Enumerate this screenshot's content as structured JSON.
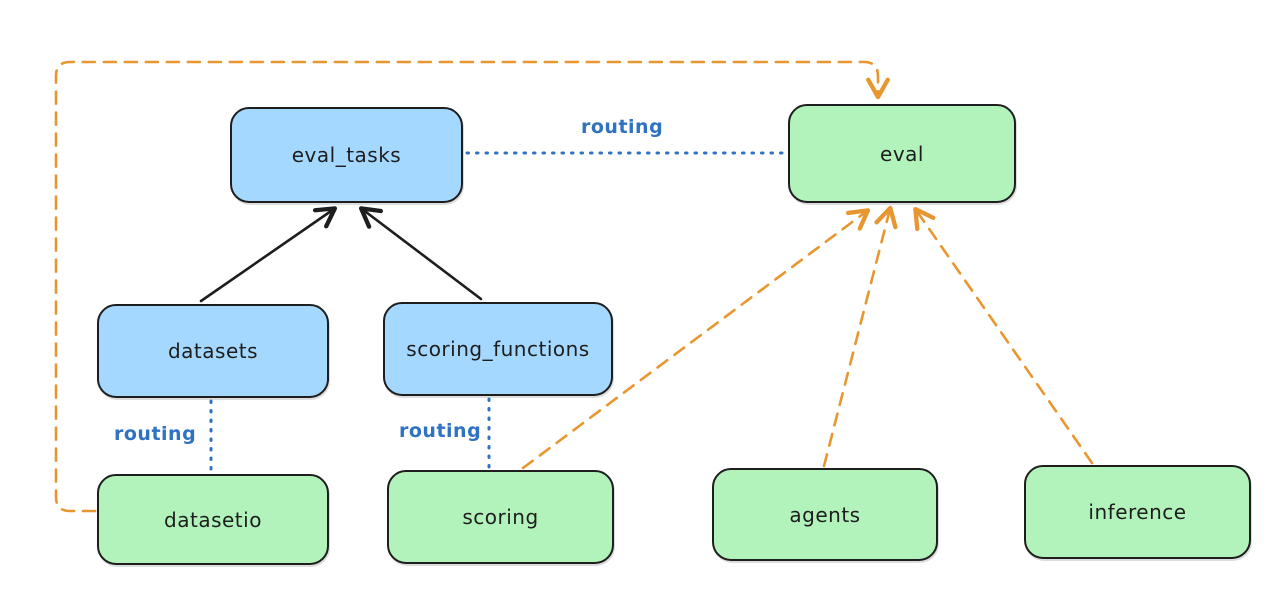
{
  "diagram": {
    "colors": {
      "blue_fill": "#a5d8ff",
      "green_fill": "#b2f2bb",
      "stroke": "#1e1e1e",
      "orange": "#e8962f",
      "routing_blue": "#2f72c2",
      "bg": "#ffffff"
    },
    "nodes": {
      "eval_tasks": {
        "label": "eval_tasks"
      },
      "eval": {
        "label": "eval"
      },
      "datasets": {
        "label": "datasets"
      },
      "scoring_functions": {
        "label": "scoring_functions"
      },
      "datasetio": {
        "label": "datasetio"
      },
      "scoring": {
        "label": "scoring"
      },
      "agents": {
        "label": "agents"
      },
      "inference": {
        "label": "inference"
      }
    },
    "edge_labels": {
      "routing_eval_tasks_eval": "routing",
      "routing_datasets_datasetio": "routing",
      "routing_scoring_functions_scoring": "routing"
    }
  }
}
